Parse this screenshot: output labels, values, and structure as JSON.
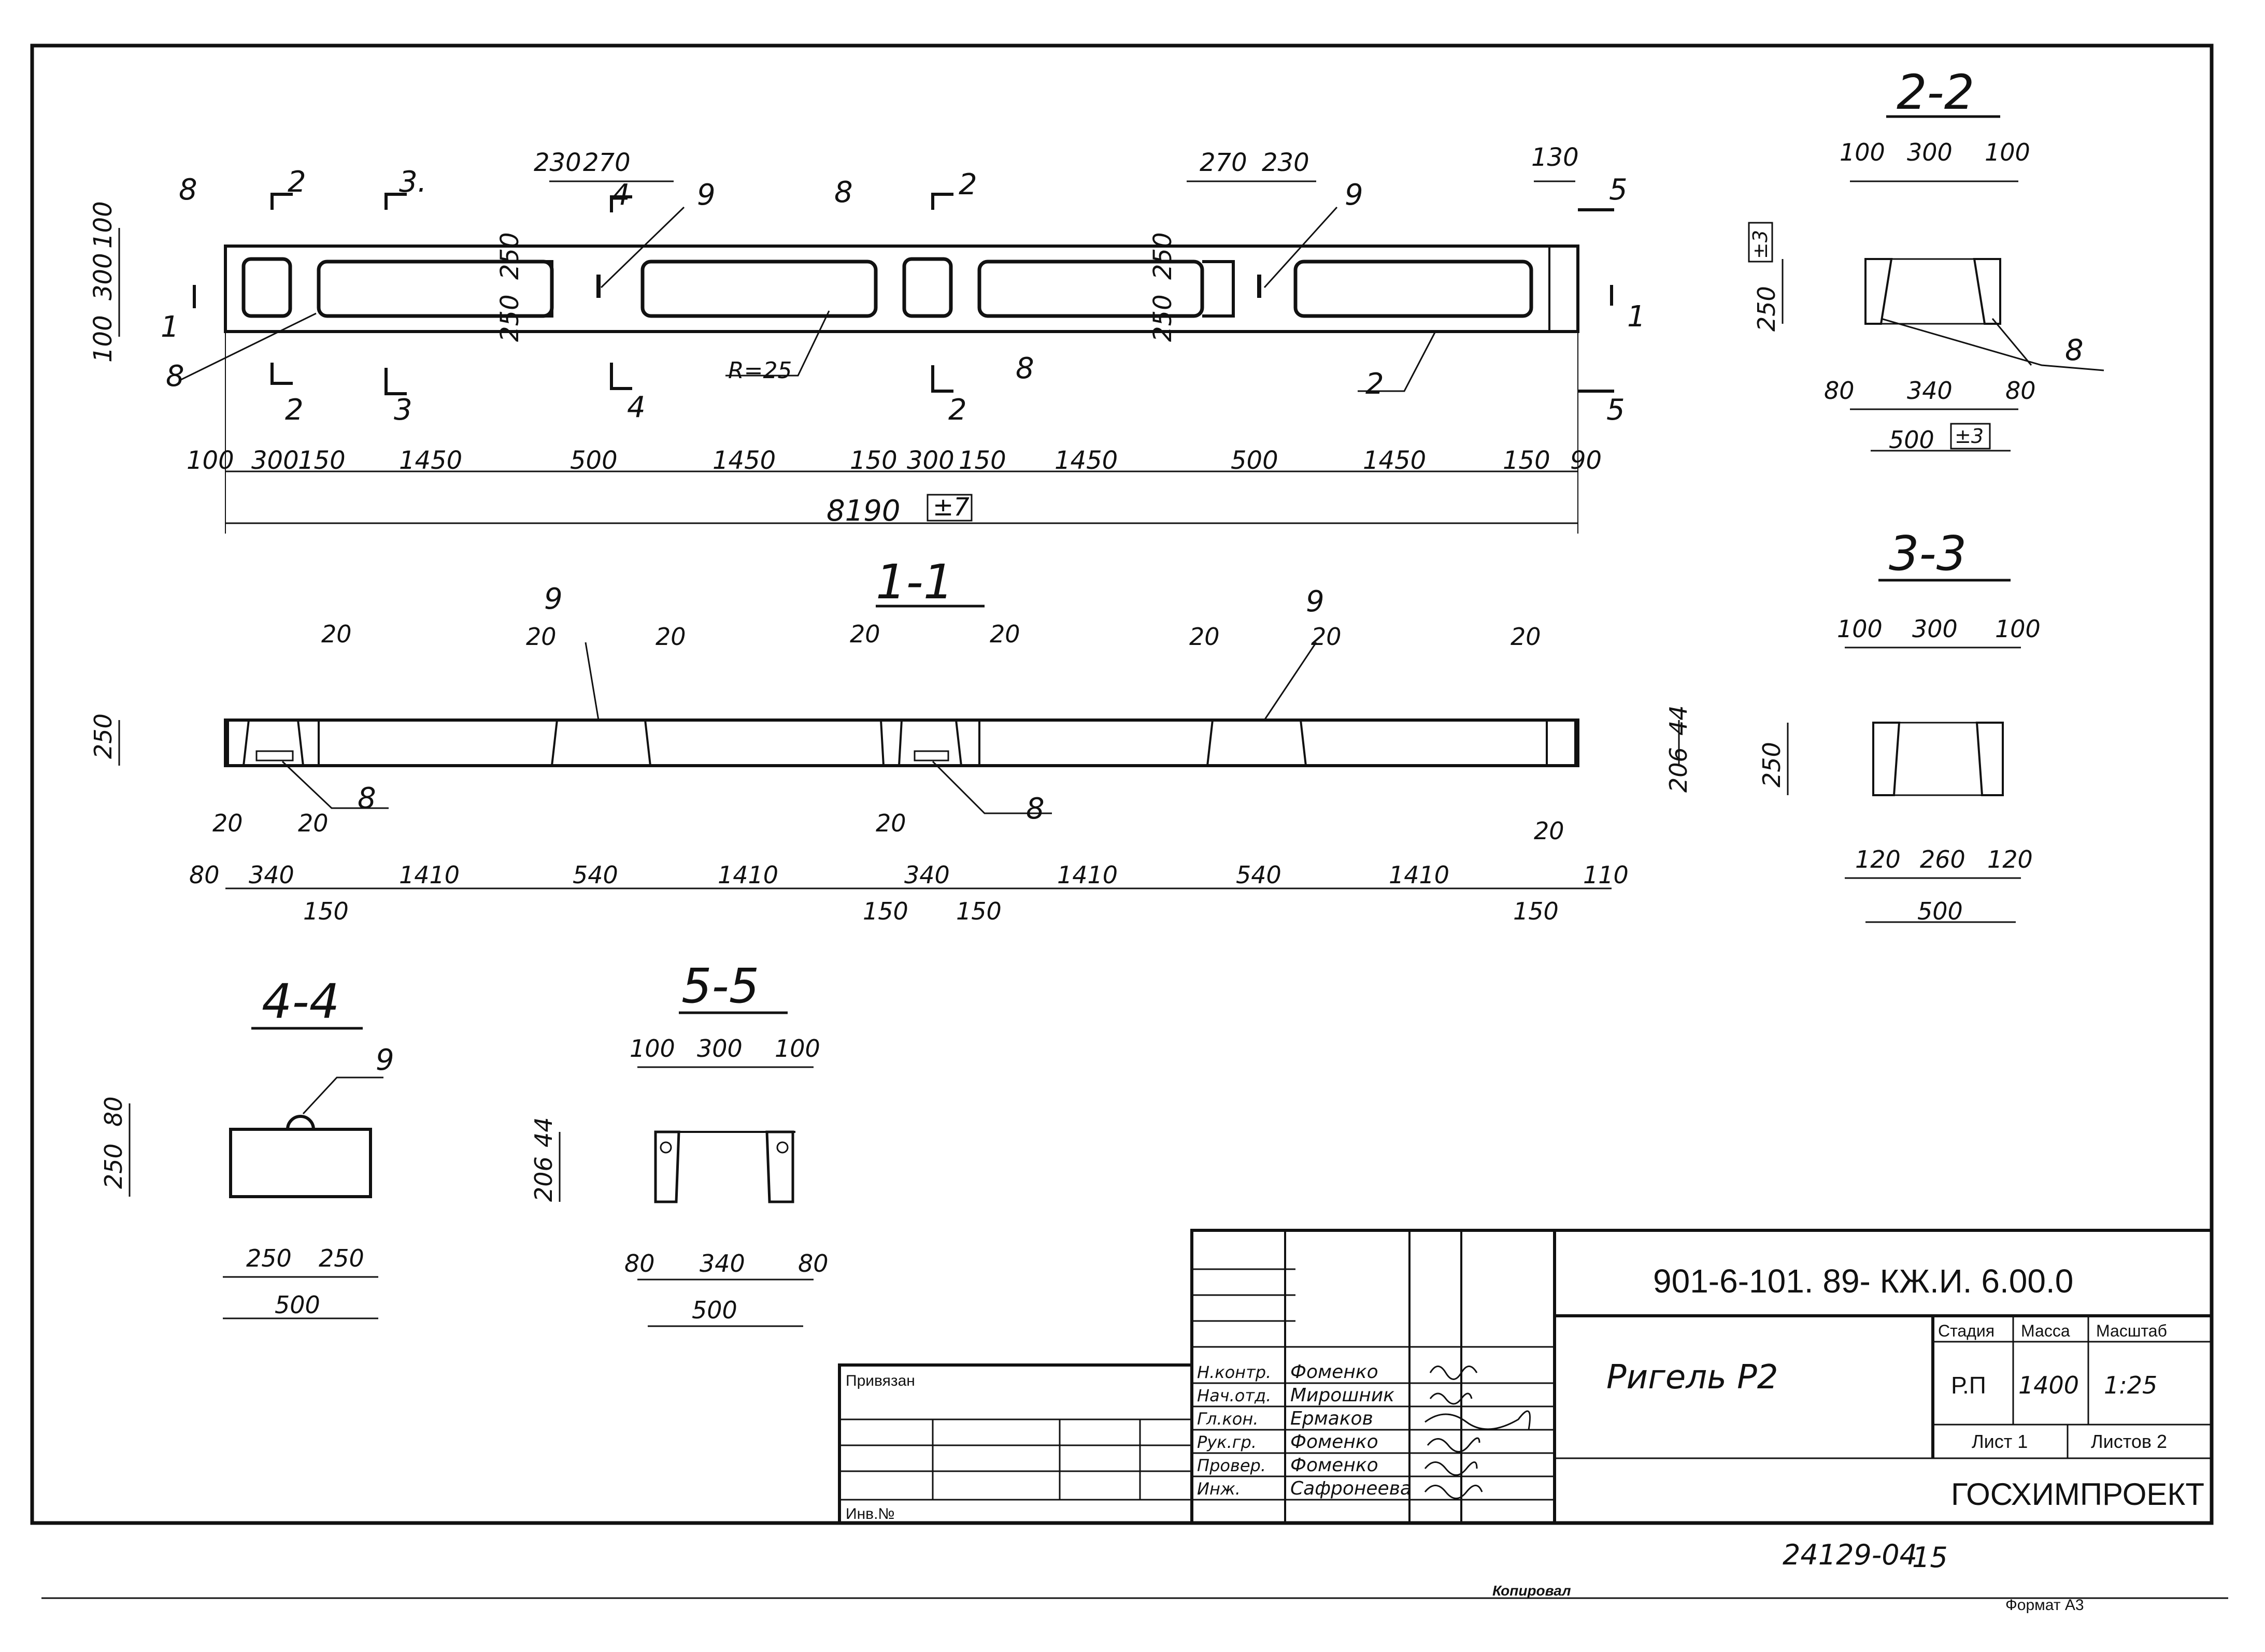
{
  "views": {
    "plan": {
      "top_dims": [
        "230",
        "270",
        "270",
        "230",
        "130"
      ],
      "left_dims": [
        "100",
        "300",
        "100"
      ],
      "open_dims": [
        "250",
        "250",
        "250",
        "250"
      ],
      "bottom_dims": [
        "100",
        "300",
        "150",
        "1450",
        "500",
        "1450",
        "150",
        "300",
        "150",
        "1450",
        "500",
        "1450",
        "150",
        "90"
      ],
      "overall": "8190",
      "overall_tol": "±7",
      "callouts": [
        "8",
        "8",
        "8",
        "8",
        "9",
        "9",
        "2"
      ],
      "radius": "R=25",
      "section_marks": [
        "2",
        "3.",
        "4",
        "2",
        "5",
        "1",
        "1",
        "2",
        "3",
        "4",
        "2",
        "5"
      ]
    },
    "s11": {
      "title": "1-1",
      "small_dims": [
        "20",
        "20",
        "20",
        "20",
        "20",
        "20",
        "20",
        "20",
        "20",
        "20",
        "20",
        "20"
      ],
      "height": "250",
      "right_dims": [
        "44",
        "206"
      ],
      "bottom_dims": [
        "80",
        "340",
        "1410",
        "540",
        "1410",
        "340",
        "1410",
        "540",
        "1410",
        "110"
      ],
      "lower_dims": [
        "150",
        "150",
        "150",
        "150"
      ],
      "callouts": [
        "9",
        "9",
        "8",
        "8"
      ]
    },
    "s22": {
      "title": "2-2",
      "top_dims": [
        "100",
        "300",
        "100"
      ],
      "height": "250",
      "height_tol": "±3",
      "bottom_dims": [
        "80",
        "340",
        "80"
      ],
      "overall": "500",
      "overall_tol": "±3",
      "callout": "8"
    },
    "s33": {
      "title": "3-3",
      "top_dims": [
        "100",
        "300",
        "100"
      ],
      "height": "250",
      "bottom_dims": [
        "120",
        "260",
        "120"
      ],
      "overall": "500"
    },
    "s44": {
      "title": "4-4",
      "left_dims": [
        "80",
        "250"
      ],
      "bottom_dims": [
        "250",
        "250"
      ],
      "overall": "500",
      "callout": "9"
    },
    "s55": {
      "title": "5-5",
      "top_dims": [
        "100",
        "300",
        "100"
      ],
      "left_dims": [
        "44",
        "206"
      ],
      "bottom_dims": [
        "80",
        "340",
        "80"
      ],
      "overall": "500"
    }
  },
  "title_block": {
    "code": "901-6-101. 89- КЖ.И. 6.00.0",
    "name": "Ригель Р2",
    "stage_label": "Стадия",
    "mass_label": "Масса",
    "scale_label": "Масштаб",
    "stage": "Р.П",
    "mass": "1400",
    "scale": "1:25",
    "sheet": "Лист 1",
    "sheets": "Листов 2",
    "org": "ГОСХИМПРОЕКТ",
    "bound": "Привязан",
    "inv": "Инв.№",
    "roles": [
      "Н.контр.",
      "Нач.отд.",
      "Гл.кон.",
      "Рук.гр.",
      "Провер.",
      "Инж."
    ],
    "names": [
      "Фоменко",
      "Мирошник",
      "Ермаков",
      "Фоменко",
      "Фоменко",
      "Сафронеева"
    ]
  },
  "footer": {
    "number": "24129-04",
    "page": "15",
    "copied": "Копировал",
    "format": "Формат А3"
  }
}
